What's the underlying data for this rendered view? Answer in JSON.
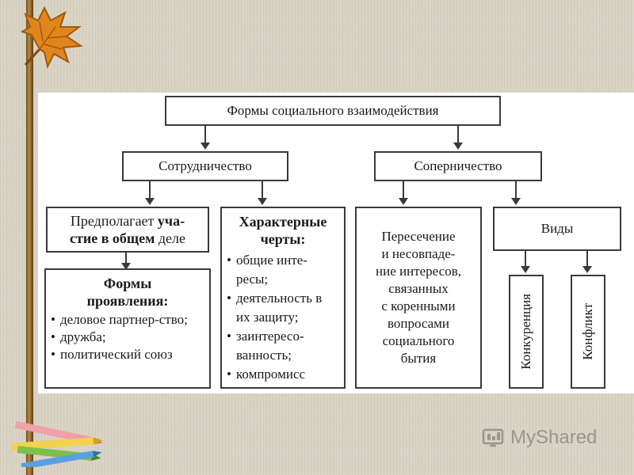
{
  "diagram": {
    "root": "Формы социального взаимодействия",
    "cooperation": "Сотрудничество",
    "rivalry": "Соперничество",
    "participation_pre": "Предполагает ",
    "participation_bold1": "уча-",
    "participation_line2a": "стие в общем",
    "participation_line2b": " деле",
    "forms_title_1": "Формы",
    "forms_title_2": "проявления:",
    "forms_items": [
      "деловое партнер-ство;",
      "дружба;",
      "политический союз"
    ],
    "traits_title_1": "Характерные",
    "traits_title_2": "черты:",
    "traits_items": [
      "общие инте-ресы;",
      "деятельность в их защиту;",
      "заинтересо-ванность;",
      "компромисс"
    ],
    "intersection_lines": [
      "Пересечение",
      "и несовпаде-",
      "ние интересов,",
      "связанных",
      "с коренными",
      "вопросами",
      "социального",
      "бытия"
    ],
    "types": "Виды",
    "competition": "Конкуренция",
    "conflict": "Конфликт"
  },
  "watermark": {
    "brand": "MyShared"
  }
}
